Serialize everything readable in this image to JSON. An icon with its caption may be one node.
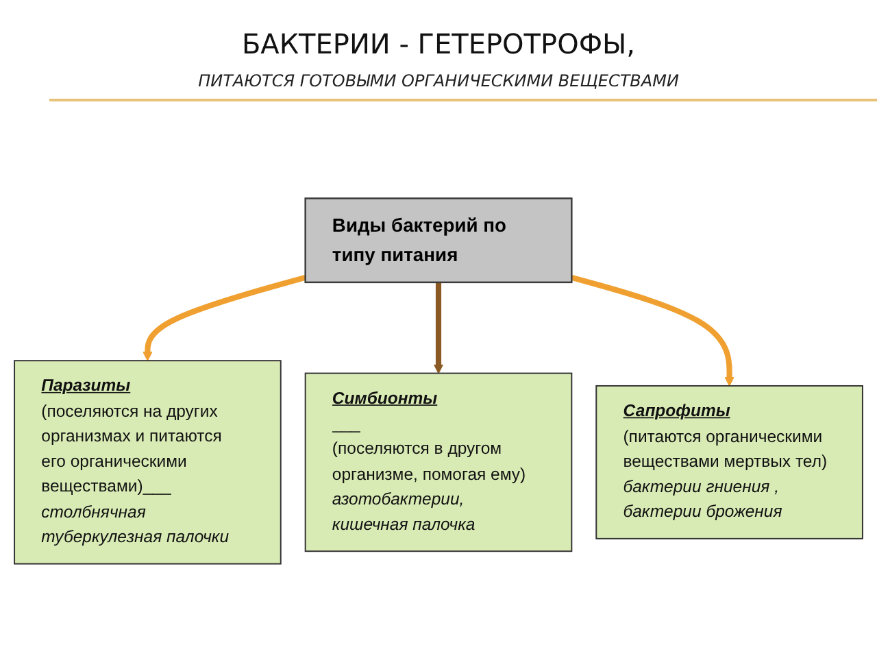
{
  "diagram": {
    "title": "БАКТЕРИИ - ГЕТЕРОТРОФЫ,",
    "nodes": [
      {
        "text": [
          "Виды бактерий по типу питания"
        ]
      },
      {
        "text": [
          "Паразиты",
          "(поселяются на других организмах и питаются его органическими веществами)___",
          "столбнячная туберкулезная палочки"
        ]
      },
      {
        "text": [
          "Симбионты",
          "___",
          "(поселяются в другом организме, помогая ему)",
          "азотобактерии, кишечная палочка"
        ]
      },
      {
        "text": [
          "Сапрофиты",
          "(питаются органическими веществами мертвых тел)",
          "бактерии гниения , бактерии брожения"
        ]
      }
    ],
    "edges": [
      {
        "from": 0,
        "to": 1,
        "arrow": "to"
      },
      {
        "from": 0,
        "to": 2,
        "arrow": "to",
        "color": "#8b5a24"
      },
      {
        "from": 0,
        "to": 3,
        "arrow": "to"
      }
    ],
    "labels": [
      "ПИТАЮТСЯ ГОТОВЫМИ ОРГАНИЧЕСКИМИ ВЕЩЕСТВАМИ"
    ]
  }
}
